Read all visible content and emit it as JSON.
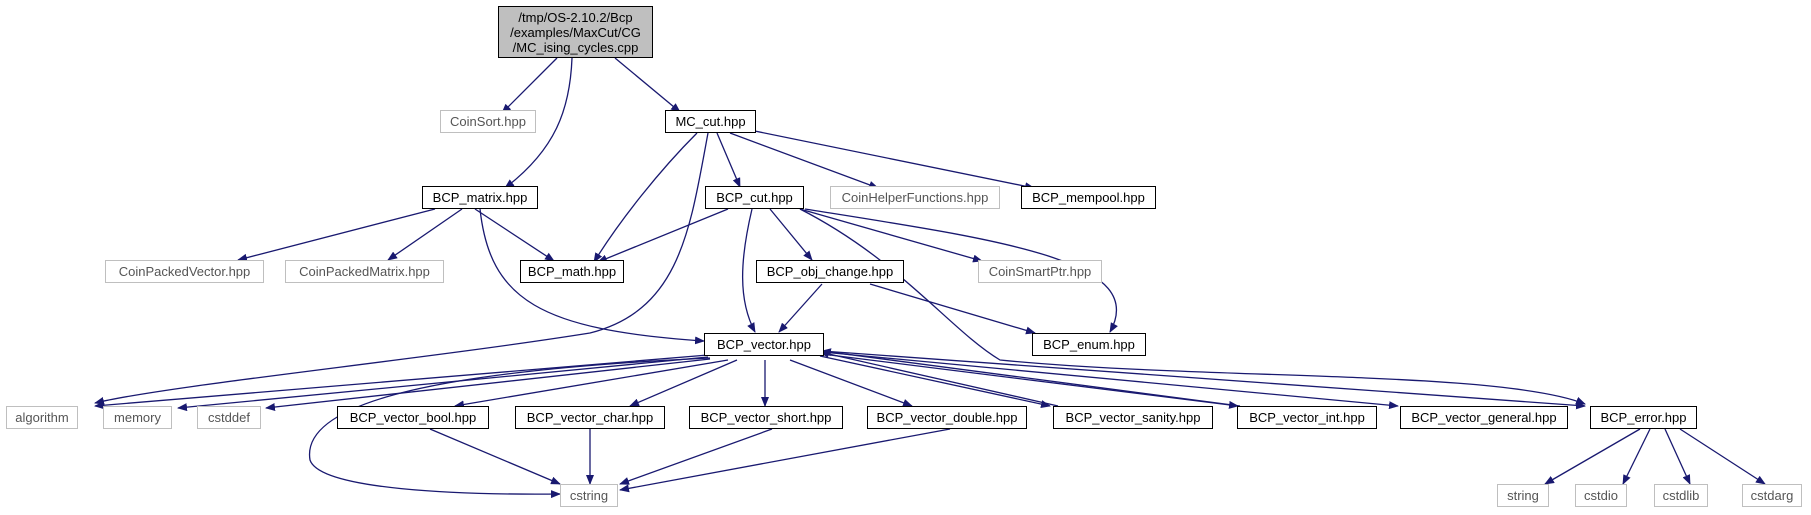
{
  "colors": {
    "edge": "#191970",
    "root_fill": "#bfbfbf",
    "external_border": "#bfbfbf"
  },
  "nodes": {
    "root": [
      "/tmp/OS-2.10.2/Bcp",
      "/examples/MaxCut/CG",
      "/MC_ising_cycles.cpp"
    ],
    "coinsort": "CoinSort.hpp",
    "mc_cut": "MC_cut.hpp",
    "bcp_matrix": "BCP_matrix.hpp",
    "bcp_cut": "BCP_cut.hpp",
    "coinhelper": "CoinHelperFunctions.hpp",
    "bcp_mempool": "BCP_mempool.hpp",
    "coinpackedvector": "CoinPackedVector.hpp",
    "coinpackedmatrix": "CoinPackedMatrix.hpp",
    "bcp_math": "BCP_math.hpp",
    "bcp_obj_change": "BCP_obj_change.hpp",
    "coinsmartptr": "CoinSmartPtr.hpp",
    "bcp_vector": "BCP_vector.hpp",
    "bcp_enum": "BCP_enum.hpp",
    "algorithm": "algorithm",
    "memory": "memory",
    "cstddef": "cstddef",
    "bcp_vector_bool": "BCP_vector_bool.hpp",
    "bcp_vector_char": "BCP_vector_char.hpp",
    "bcp_vector_short": "BCP_vector_short.hpp",
    "bcp_vector_double": "BCP_vector_double.hpp",
    "bcp_vector_sanity": "BCP_vector_sanity.hpp",
    "bcp_vector_int": "BCP_vector_int.hpp",
    "bcp_vector_general": "BCP_vector_general.hpp",
    "bcp_error": "BCP_error.hpp",
    "cstring": "cstring",
    "string": "string",
    "cstdio": "cstdio",
    "cstdlib": "cstdlib",
    "cstdarg": "cstdarg"
  }
}
